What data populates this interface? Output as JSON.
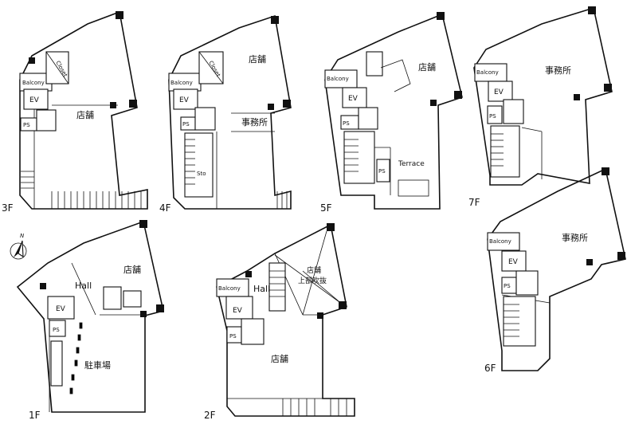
{
  "floors": {
    "f1": {
      "label": "1F",
      "rooms": {
        "hall": "Hall",
        "shop": "店舗",
        "ev": "EV",
        "ps": "PS",
        "parking": "駐車場"
      }
    },
    "f2": {
      "label": "2F",
      "rooms": {
        "balcony": "Balcony",
        "ev": "EV",
        "hall": "Hall",
        "shop_upper_a": "店舗",
        "shop_upper_b": "上部吹抜",
        "shop": "店舗",
        "ps": "PS"
      }
    },
    "f3": {
      "label": "3F",
      "rooms": {
        "balcony": "Balcony",
        "ev": "EV",
        "closet": "Closet",
        "ps": "PS",
        "shop": "店舗"
      }
    },
    "f4": {
      "label": "4F",
      "rooms": {
        "balcony": "Balcony",
        "ev": "EV",
        "closet": "Closet",
        "ps": "PS",
        "shop": "店舗",
        "office": "事務所",
        "storage": "Sto"
      }
    },
    "f5": {
      "label": "5F",
      "rooms": {
        "balcony": "Balcony",
        "ev": "EV",
        "ps_top": "PS",
        "ps_stair": "PS",
        "shop": "店舗",
        "terrace": "Terrace"
      }
    },
    "f6": {
      "label": "6F",
      "rooms": {
        "balcony": "Balcony",
        "ev": "EV",
        "ps": "PS",
        "office": "事務所"
      }
    },
    "f7": {
      "label": "7F",
      "rooms": {
        "balcony": "Balcony",
        "ev": "EV",
        "ps": "PS",
        "office": "事務所"
      }
    }
  },
  "compass": {
    "label": "N"
  }
}
